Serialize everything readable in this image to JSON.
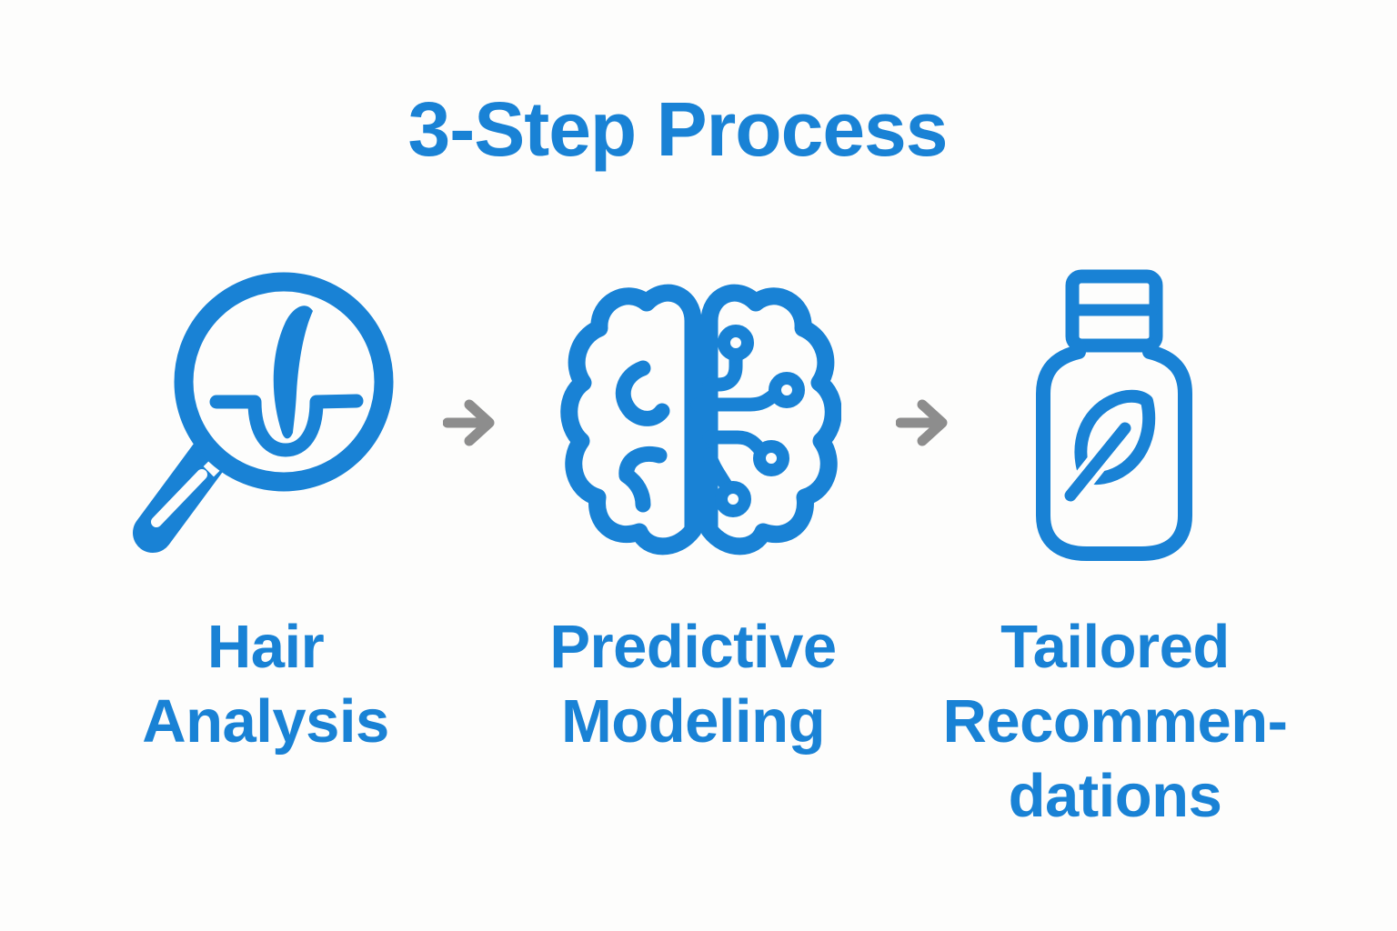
{
  "title": "3-Step Process",
  "colors": {
    "accent": "#1982d5",
    "arrow": "#8d8d8d",
    "background": "#fdfdfc"
  },
  "steps": [
    {
      "label": "Hair\nAnalysis",
      "icon": "hair-follicle-magnifier-icon"
    },
    {
      "label": "Predictive\nModeling",
      "icon": "ai-brain-circuit-icon"
    },
    {
      "label": "Tailored\nRecommen-\ndations",
      "icon": "bottle-leaf-icon"
    }
  ],
  "connectors": [
    {
      "icon": "right-arrow-icon"
    },
    {
      "icon": "right-arrow-icon"
    }
  ]
}
